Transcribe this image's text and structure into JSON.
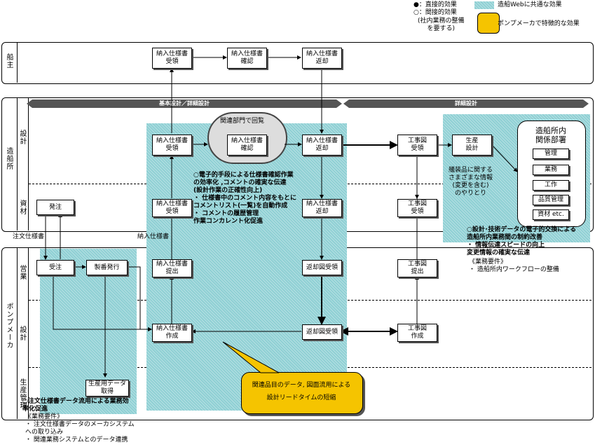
{
  "legend": {
    "direct": "●：直接的効果",
    "indirect": "○：間接的効果",
    "indirect_note": "(社内業務の整備\nを要する)",
    "web_common": "造船Webに共通な効果",
    "pump_specific": "ポンプメーカで特徴的な効果"
  },
  "lanes": {
    "owner": "船主",
    "shipyard": "造船所",
    "design": "設計",
    "materials": "資材",
    "pump_maker": "ポンプメーカ",
    "sales": "営業",
    "pump_design": "設計",
    "production": "生産管理"
  },
  "phases": {
    "basic": "基本設計／詳細設計",
    "detail": "詳細設計"
  },
  "boxes": {
    "owner_receive": "納入仕様書\n受領",
    "owner_confirm": "納入仕様書\n確認",
    "owner_return": "納入仕様書\n返却",
    "design_receive": "納入仕様書\n受領",
    "design_confirm": "納入仕様書\n確認",
    "design_return": "納入仕様書\n返却",
    "drawing_receive": "工事図\n受領",
    "production_design": "生産\n設計",
    "order": "発注",
    "mat_receive": "納入仕様書\n受領",
    "mat_return": "納入仕様書\n返却",
    "mat_drawing_receive": "工事図\n受領",
    "accept_order": "受注",
    "issue_number": "製番発行",
    "spec_submit": "納入仕様書\n提出",
    "return_receive_sales": "返却図受領",
    "drawing_submit": "工事図\n提出",
    "spec_create": "納入仕様書\n作成",
    "return_receive_design": "返却図受領",
    "drawing_create": "工事図\n作成",
    "prod_data": "生産用データ\n取得"
  },
  "cloud_label": "関連部門で回覧",
  "departments": {
    "title": "造船所内\n関係部署",
    "items": [
      "管理",
      "業務",
      "工作",
      "品質管理",
      "資材 etc."
    ]
  },
  "flow_labels": {
    "order_spec_left": "注文仕様書",
    "order_spec_right": "納入仕様書",
    "equipment_info": "艤装品に関する\nさまざまな情報\n(変更を含む)\nのやりとり"
  },
  "notes": {
    "center_effects": "○電子的手段による仕様書確認作業\nの効率化 ,コメントの確実な伝達\n(設計作業の正確性向上)\n・ 仕様書中のコメント内容をもとに\n  コメントリスト(一覧)を自動作成\n・ コメントの履歴管理\n  作業コンカレント化促進",
    "right_effects": "○設計･技術データの電子的交換による\n造船所内業務間の制約改善\n・ 情報伝達スピードの向上\n  変更情報の確実な伝達",
    "right_requirements": "《業務要件》\n・ 造船所内ワークフローの整備",
    "left_effects": "○注文仕様書データ流用による業務効\n率化促進",
    "left_requirements": "《業務要件》\n・ 注文仕様書データのメーカシステム\n  への取り込み\n・ 関連業務システムとのデータ連携",
    "callout": "関連品目のデータ, 図面流用による\n設計リードタイムの短縮"
  },
  "colors": {
    "hatch": "#8fd0d4",
    "callout": "#f5c400",
    "chevron": "#555555"
  }
}
